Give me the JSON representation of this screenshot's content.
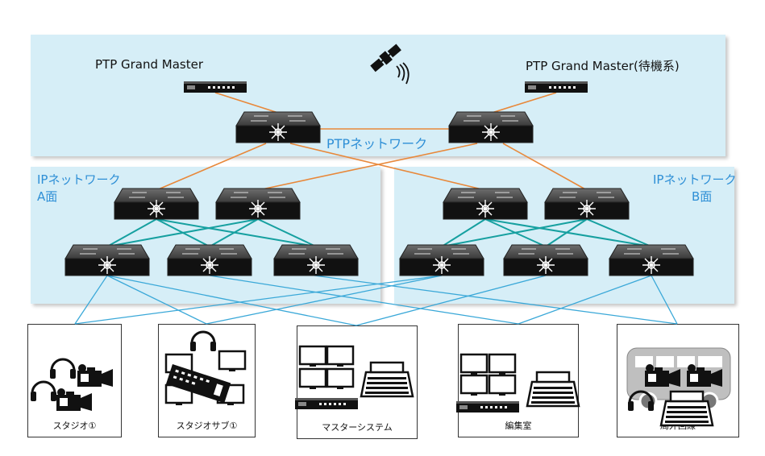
{
  "ptp": {
    "master_label": "PTP Grand Master",
    "backup_label": "PTP Grand Master(待機系)",
    "network_label": "PTPネットワーク",
    "satellite_icon": "satellite-icon"
  },
  "network_a": {
    "line1": "IPネットワーク",
    "line2": "A面"
  },
  "network_b": {
    "line1": "IPネットワーク",
    "line2": "B面"
  },
  "rooms": [
    {
      "label": "スタジオ①"
    },
    {
      "label": "スタジオサブ①"
    },
    {
      "label": "マスターシステム"
    },
    {
      "label": "編集室"
    },
    {
      "label": "局外回線"
    }
  ],
  "colors": {
    "panel_bg": "#d6eef7",
    "ptp_link": "#e8883a",
    "spine_leaf_link": "#16a0a0",
    "device_link": "#3aa8d8",
    "label_blue": "#2e8fd6"
  }
}
